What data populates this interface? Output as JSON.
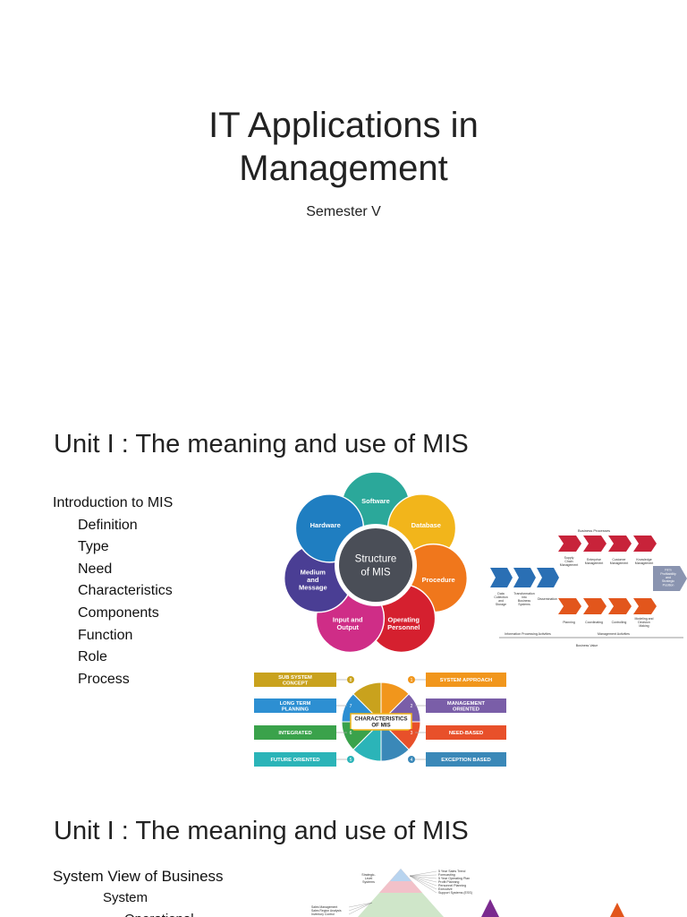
{
  "slide1": {
    "title": "IT Applications in Management",
    "subtitle": "Semester V"
  },
  "slide2": {
    "title": "Unit I : The meaning and use of MIS",
    "list": [
      {
        "label": "Introduction to MIS",
        "level": 0
      },
      {
        "label": "Definition",
        "level": 1
      },
      {
        "label": "Type",
        "level": 1
      },
      {
        "label": "Need",
        "level": 1
      },
      {
        "label": "Characteristics",
        "level": 1
      },
      {
        "label": "Components",
        "level": 1
      },
      {
        "label": "Function",
        "level": 1
      },
      {
        "label": "Role",
        "level": 1
      },
      {
        "label": "Process",
        "level": 1
      }
    ],
    "structure_diagram": {
      "center": [
        "Structure",
        "of MIS"
      ],
      "petals": [
        {
          "label": [
            "Software"
          ],
          "color": "#2ba89a"
        },
        {
          "label": [
            "Database"
          ],
          "color": "#f2b51b"
        },
        {
          "label": [
            "Procedure"
          ],
          "color": "#f0771c"
        },
        {
          "label": [
            "Operating",
            "Personnel"
          ],
          "color": "#d5202f"
        },
        {
          "label": [
            "Input and",
            "Output"
          ],
          "color": "#cf2d87"
        },
        {
          "label": [
            "Medium",
            "and",
            "Message"
          ],
          "color": "#4a3e94"
        },
        {
          "label": [
            "Hardware"
          ],
          "color": "#1f7ec1"
        }
      ]
    },
    "characteristics_diagram": {
      "center": [
        "CHARACTERISTICS",
        "OF MIS"
      ],
      "left": [
        {
          "label": [
            "SUB SYSTEM",
            "CONCEPT"
          ],
          "num": "8",
          "color": "#c9a21d"
        },
        {
          "label": [
            "LONG TERM",
            "PLANNING"
          ],
          "num": "7",
          "color": "#2d8fd2"
        },
        {
          "label": [
            "INTEGRATED"
          ],
          "num": "6",
          "color": "#3aa24b"
        },
        {
          "label": [
            "FUTURE ORIENTED"
          ],
          "num": "5",
          "color": "#2bb4b8"
        }
      ],
      "right": [
        {
          "label": [
            "SYSTEM APPROACH"
          ],
          "num": "1",
          "color": "#f1961c"
        },
        {
          "label": [
            "MANAGEMENT",
            "ORIENTED"
          ],
          "num": "2",
          "color": "#7a5ea8"
        },
        {
          "label": [
            "NEED-BASED"
          ],
          "num": "3",
          "color": "#e8502a"
        },
        {
          "label": [
            "EXCEPTION BASED"
          ],
          "num": "4",
          "color": "#3a88b8"
        }
      ]
    },
    "process_diagram": {
      "top_heading": "Business Processes",
      "top": [
        [
          "Supply",
          "Chain",
          "Management"
        ],
        [
          "Enterprise",
          "Management"
        ],
        [
          "Customer",
          "Management"
        ],
        [
          "Knowledge",
          "Management"
        ]
      ],
      "left": [
        [
          "Data",
          "Collection",
          "and",
          "Storage"
        ],
        [
          "Transformation",
          "into",
          "Business",
          "Systems"
        ],
        [
          "Dissemination"
        ]
      ],
      "bottom": [
        "Planning",
        "Coordinating",
        "Controlling",
        [
          "Modeling and",
          "Decision",
          "Making"
        ]
      ],
      "result": [
        "Firm",
        "Profitability",
        "and",
        "Strategic",
        "Position"
      ],
      "axis_left": "Information Processing Activities",
      "axis_right": "Management Activities",
      "axis_bottom": "Business Value"
    }
  },
  "slide3": {
    "title": "Unit I : The meaning and use of MIS",
    "list": [
      {
        "label": "System View of Business",
        "level": 0
      },
      {
        "label": "System",
        "level": 1
      },
      {
        "label": "Operational",
        "level": 2
      }
    ],
    "pyramid": {
      "labels_right": [
        "5 Year Sales Trend",
        "Forecasting",
        "5 Year Operating Plan",
        "Profit Planning",
        "Personnel Planning",
        "Executive",
        "Support Systems (ESS)"
      ],
      "labels_left": [
        "Strategic-",
        "Level",
        "Systems",
        "Sales Management",
        "Sales Region Analysis",
        "Inventory Control"
      ]
    }
  }
}
